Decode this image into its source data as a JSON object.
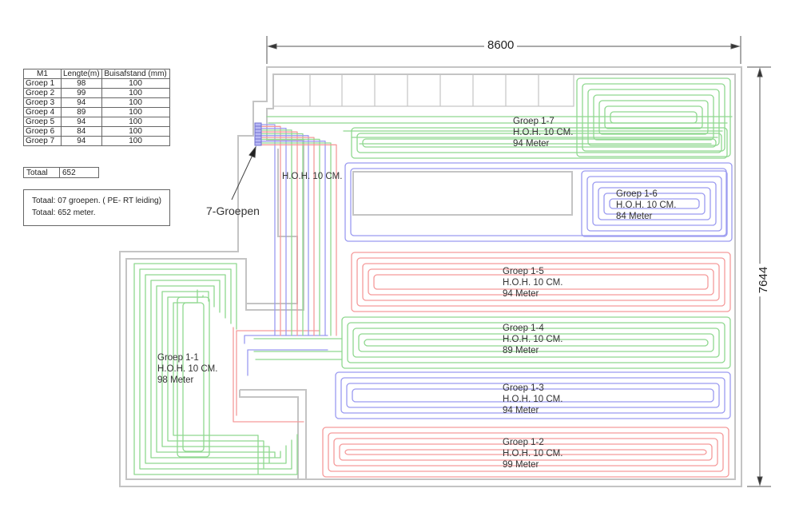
{
  "table": {
    "headers": [
      "M1",
      "Lengte(m)",
      "Buisafstand (mm)"
    ],
    "rows": [
      [
        "Groep 1",
        "98",
        "100"
      ],
      [
        "Groep 2",
        "99",
        "100"
      ],
      [
        "Groep 3",
        "94",
        "100"
      ],
      [
        "Groep 4",
        "89",
        "100"
      ],
      [
        "Groep 5",
        "94",
        "100"
      ],
      [
        "Groep 6",
        "84",
        "100"
      ],
      [
        "Groep 7",
        "94",
        "100"
      ]
    ]
  },
  "total": {
    "label": "Totaal",
    "value": "652"
  },
  "note": {
    "line1": "Totaal: 07 groepen. ( PE- RT leiding)",
    "line2": "Totaal: 652 meter."
  },
  "manifold_label": "7-Groepen",
  "spacing_label": "H.O.H. 10 CM.",
  "dimensions": {
    "width": "8600",
    "height": "7644"
  },
  "colors": {
    "green": "#8fd88f",
    "red": "#f59a9a",
    "blue": "#9a9af0",
    "wall": "#bbbbbb"
  },
  "groups": [
    {
      "name": "Groep 1-1",
      "spacing": "H.O.H. 10 CM.",
      "length": "98 Meter"
    },
    {
      "name": "Groep 1-2",
      "spacing": "H.O.H. 10 CM.",
      "length": "99 Meter"
    },
    {
      "name": "Groep 1-3",
      "spacing": "H.O.H. 10 CM.",
      "length": "94 Meter"
    },
    {
      "name": "Groep 1-4",
      "spacing": "H.O.H. 10 CM.",
      "length": "89 Meter"
    },
    {
      "name": "Groep 1-5",
      "spacing": "H.O.H. 10 CM.",
      "length": "94 Meter"
    },
    {
      "name": "Groep 1-6",
      "spacing": "H.O.H. 10 CM.",
      "length": "84 Meter"
    },
    {
      "name": "Groep 1-7",
      "spacing": "H.O.H. 10 CM.",
      "length": "94 Meter"
    }
  ]
}
